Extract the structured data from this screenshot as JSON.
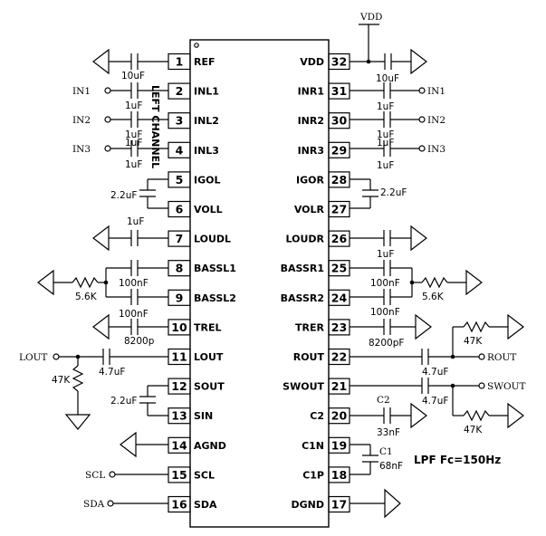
{
  "chip": {
    "left_pins": [
      {
        "num": "1",
        "name": "REF"
      },
      {
        "num": "2",
        "name": "INL1"
      },
      {
        "num": "3",
        "name": "INL2"
      },
      {
        "num": "4",
        "name": "INL3"
      },
      {
        "num": "5",
        "name": "IGOL"
      },
      {
        "num": "6",
        "name": "VOLL"
      },
      {
        "num": "7",
        "name": "LOUDL"
      },
      {
        "num": "8",
        "name": "BASSL1"
      },
      {
        "num": "9",
        "name": "BASSL2"
      },
      {
        "num": "10",
        "name": "TREL"
      },
      {
        "num": "11",
        "name": "LOUT"
      },
      {
        "num": "12",
        "name": "SOUT"
      },
      {
        "num": "13",
        "name": "SIN"
      },
      {
        "num": "14",
        "name": "AGND"
      },
      {
        "num": "15",
        "name": "SCL"
      },
      {
        "num": "16",
        "name": "SDA"
      }
    ],
    "right_pins": [
      {
        "num": "32",
        "name": "VDD"
      },
      {
        "num": "31",
        "name": "INR1"
      },
      {
        "num": "30",
        "name": "INR2"
      },
      {
        "num": "29",
        "name": "INR3"
      },
      {
        "num": "28",
        "name": "IGOR"
      },
      {
        "num": "27",
        "name": "VOLR"
      },
      {
        "num": "26",
        "name": "LOUDR"
      },
      {
        "num": "25",
        "name": "BASSR1"
      },
      {
        "num": "24",
        "name": "BASSR2"
      },
      {
        "num": "23",
        "name": "TRER"
      },
      {
        "num": "22",
        "name": "ROUT"
      },
      {
        "num": "21",
        "name": "SWOUT"
      },
      {
        "num": "20",
        "name": "C2"
      },
      {
        "num": "19",
        "name": "C1N"
      },
      {
        "num": "18",
        "name": "C1P"
      },
      {
        "num": "17",
        "name": "DGND"
      }
    ],
    "channel_label": "LEFT CHANNEL"
  },
  "supply_label": "VDD",
  "note": "LPF Fc=150Hz",
  "left_values": {
    "c_ref": "10uF",
    "c_in1": "1uF",
    "c_in2": "1uF",
    "c_in3a": "1uF",
    "c_in3b": "1uF",
    "c_igo": "2.2uF",
    "c_loud": "1uF",
    "r_bass": "5.6K",
    "c_bass1": "100nF",
    "c_bass2": "100nF",
    "c_tre": "8200p",
    "c_lout": "4.7uF",
    "r_lout": "47K",
    "c_sout": "2.2uF"
  },
  "right_values": {
    "c_vdd": "10uF",
    "c_in1": "1uF",
    "c_in2": "1uF",
    "c_in3a": "1uF",
    "c_in3b": "1uF",
    "c_igo": "2.2uF",
    "c_loud": "1uF",
    "c_bass1": "100nF",
    "r_bass": "5.6K",
    "c_bass2": "100nF",
    "c_tre": "8200pF",
    "r_rout": "47K",
    "c_rout": "4.7uF",
    "c_swout": "4.7uF",
    "r_swout": "47K",
    "c2_name": "C2",
    "c2_val": "33nF",
    "c1_name": "C1",
    "c1_val": "68nF"
  },
  "ports": {
    "in1_l": "IN1",
    "in2_l": "IN2",
    "in3_l": "IN3",
    "lout": "LOUT",
    "scl": "SCL",
    "sda": "SDA",
    "in1_r": "IN1",
    "in2_r": "IN2",
    "in3_r": "IN3",
    "rout": "ROUT",
    "swout": "SWOUT"
  }
}
